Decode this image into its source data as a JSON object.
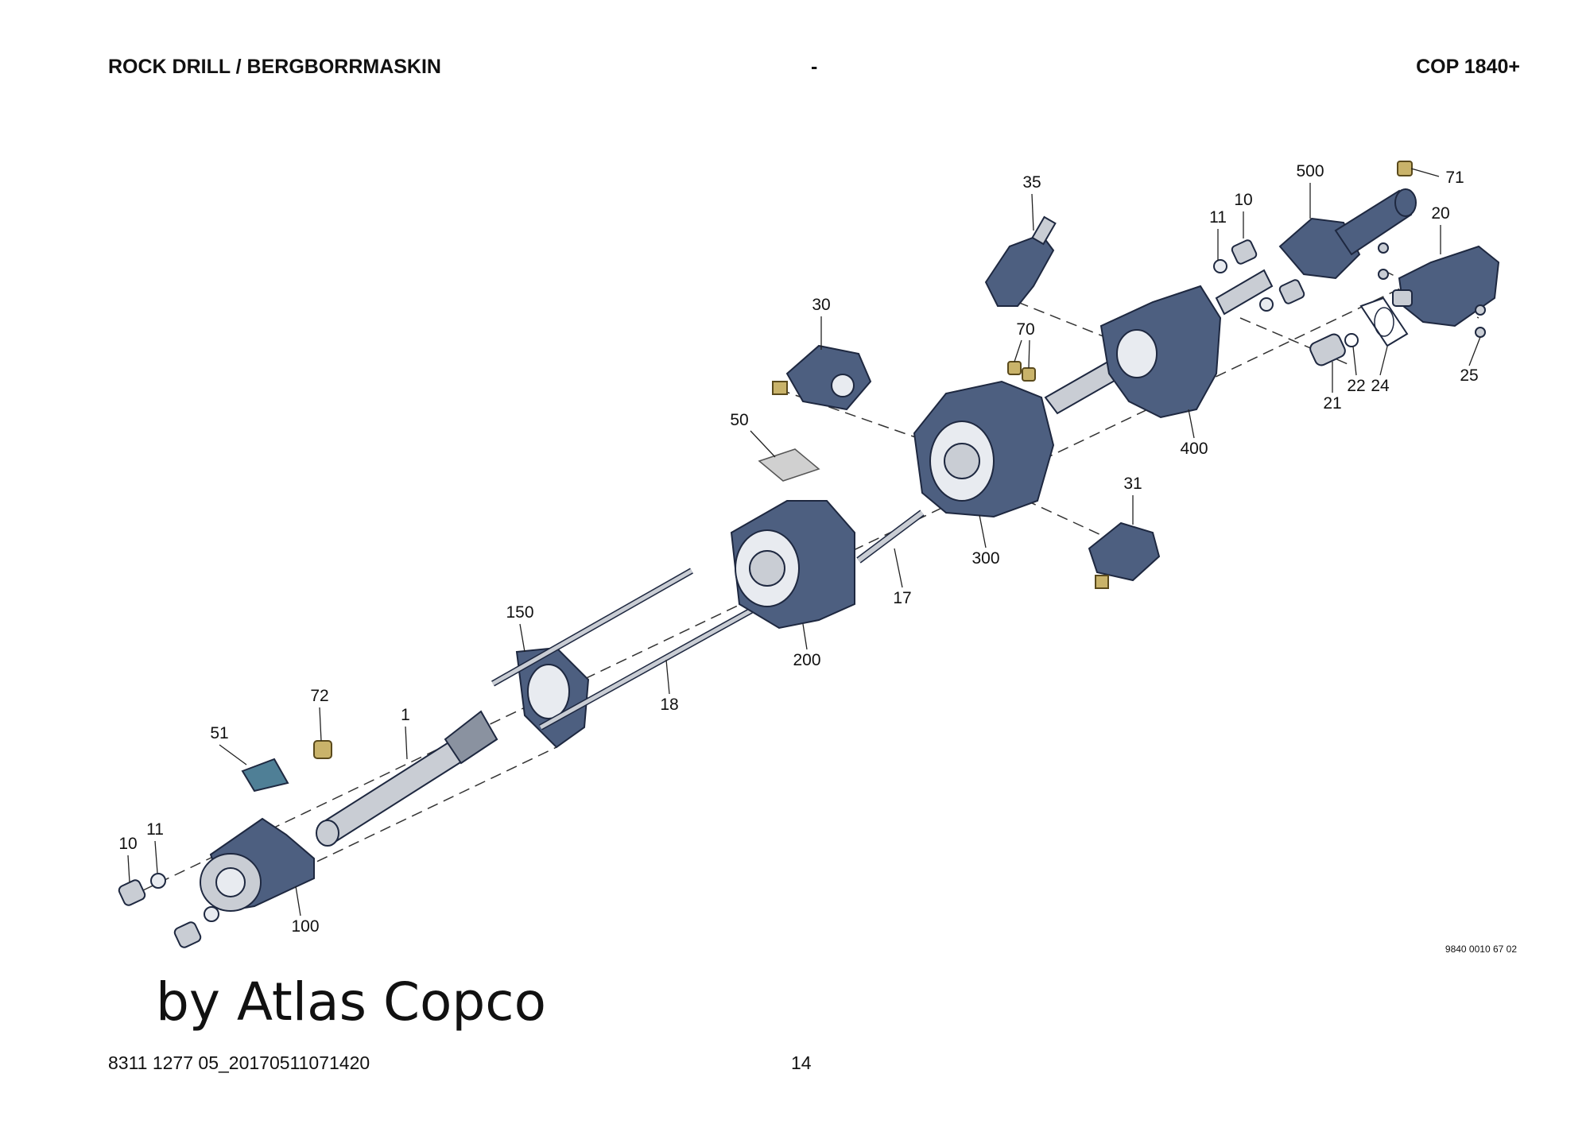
{
  "header": {
    "title": "ROCK DRILL / BERGBORRMASKIN",
    "separator": "-",
    "model": "COP 1840+"
  },
  "drawing_number": "9840 0010 67 02",
  "watermark": "by Atlas Copco",
  "footer": {
    "document_id": "8311 1277 05_20170511071420",
    "page_number": "14"
  },
  "callouts": [
    "35",
    "500",
    "71",
    "11",
    "10",
    "20",
    "30",
    "70",
    "25",
    "22",
    "24",
    "21",
    "400",
    "50",
    "31",
    "300",
    "17",
    "150",
    "200",
    "18",
    "72",
    "1",
    "51",
    "11",
    "10",
    "100"
  ],
  "colors": {
    "part_blue": "#4d5f80",
    "brass": "#c9b36a"
  }
}
